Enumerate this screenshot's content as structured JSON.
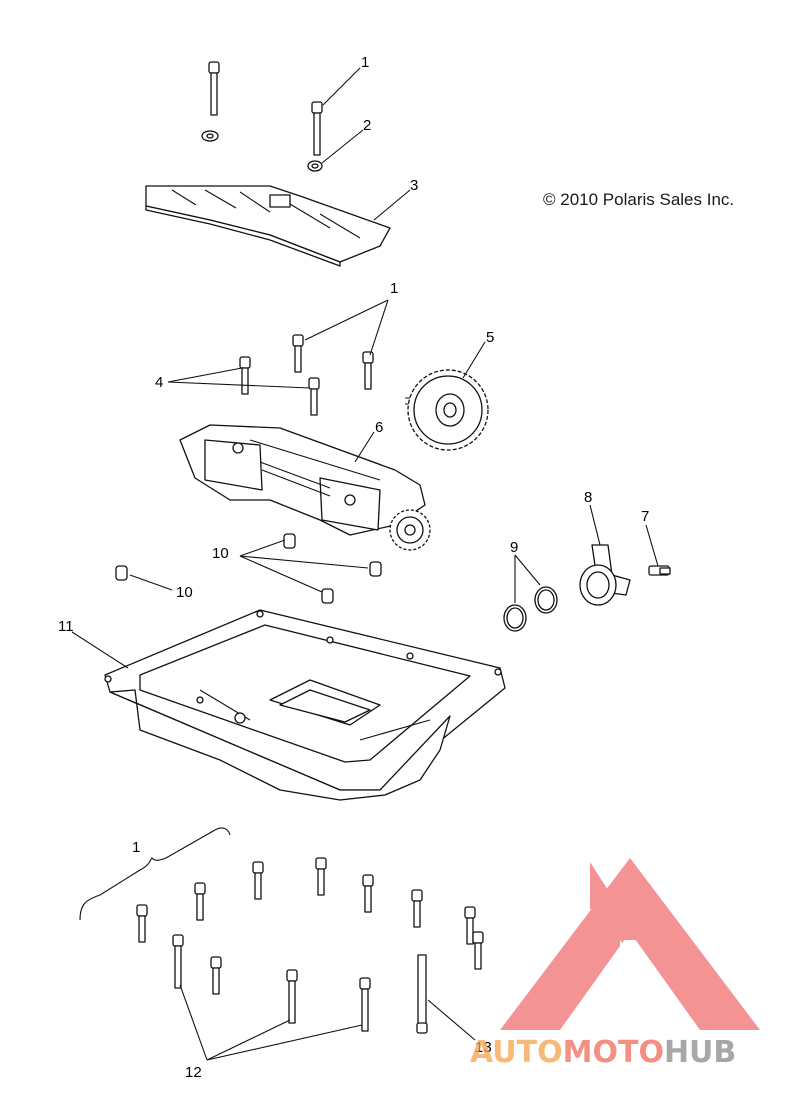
{
  "copyright": "© 2010 Polaris Sales Inc.",
  "watermark": {
    "part1": "AUTO",
    "part2": "MOTO",
    "part3": "HUB",
    "color_auto": "#f4a24a",
    "color_moto": "#f06a5a",
    "color_hub": "#8a8a8a",
    "color_logo": "#f07070"
  },
  "callouts": {
    "c1_top": "1",
    "c2": "2",
    "c3": "3",
    "c1_mid": "1",
    "c4": "4",
    "c5": "5",
    "c6": "6",
    "c7": "7",
    "c8": "8",
    "c9": "9",
    "c10_a": "10",
    "c10_b": "10",
    "c11": "11",
    "c1_bottom": "1",
    "c12": "12",
    "c13": "13"
  }
}
